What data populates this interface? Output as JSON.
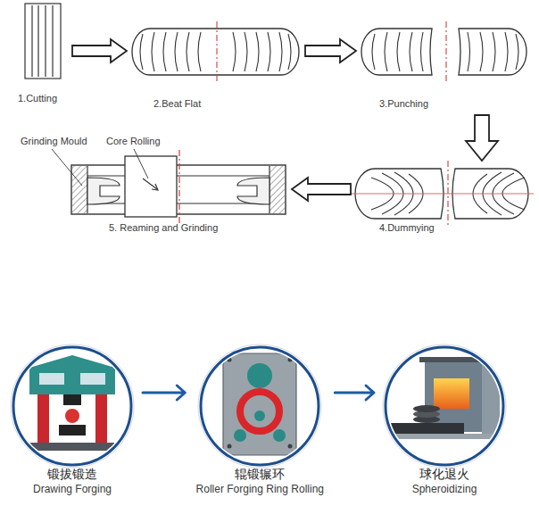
{
  "diagram": {
    "nodes": [
      {
        "text": [
          "1.Cutting"
        ]
      },
      {
        "text": [
          "2.Beat Flat"
        ]
      },
      {
        "text": [
          "3.Punching"
        ]
      },
      {
        "text": [
          "4.Dummying"
        ]
      },
      {
        "text": [
          "5. Reaming and Grinding"
        ]
      },
      {
        "text": [
          "锻拔锻造",
          "Drawing Forging"
        ]
      },
      {
        "text": [
          "辊锻辗环",
          "Roller Forging Ring Rolling"
        ]
      },
      {
        "text": [
          "球化退火",
          "Spheroidizing"
        ]
      }
    ],
    "edges": [
      {
        "from": 0,
        "to": 1,
        "arrow": "to"
      },
      {
        "from": 1,
        "to": 2,
        "arrow": "to"
      },
      {
        "from": 2,
        "to": 3,
        "arrow": "to"
      },
      {
        "from": 3,
        "to": 4,
        "arrow": "to"
      },
      {
        "from": 5,
        "to": 6,
        "arrow": "to"
      },
      {
        "from": 6,
        "to": 7,
        "arrow": "to"
      }
    ],
    "labels": [
      "Grinding Mould",
      "Core Rolling"
    ]
  }
}
